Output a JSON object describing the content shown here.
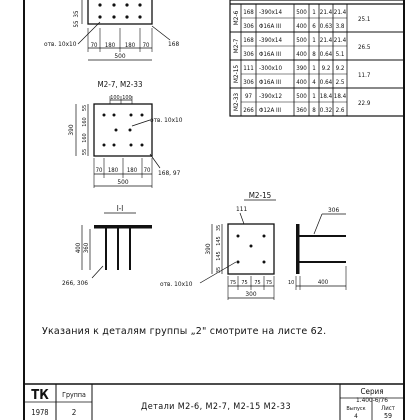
{
  "spec_table": {
    "rows": [
      {
        "group": "M2-6",
        "pos": "168",
        "profile": "-390x14",
        "len": "500",
        "qty": "1",
        "w1": "21.4",
        "w2": "21.4",
        "total": "25.1"
      },
      {
        "group": "",
        "pos": "306",
        "profile": "Φ16A III",
        "len": "400",
        "qty": "6",
        "w1": "0.63",
        "w2": "3.8",
        "total": ""
      },
      {
        "group": "M2-7",
        "pos": "168",
        "profile": "-390x14",
        "len": "500",
        "qty": "1",
        "w1": "21.4",
        "w2": "21.4",
        "total": "26.5"
      },
      {
        "group": "",
        "pos": "306",
        "profile": "Φ16A III",
        "len": "400",
        "qty": "8",
        "w1": "0.64",
        "w2": "5.1",
        "total": ""
      },
      {
        "group": "M2-15",
        "pos": "111",
        "profile": "-300x10",
        "len": "390",
        "qty": "1",
        "w1": "9.2",
        "w2": "9.2",
        "total": "11.7"
      },
      {
        "group": "",
        "pos": "306",
        "profile": "Φ16A III",
        "len": "400",
        "qty": "4",
        "w1": "0.64",
        "w2": "2.5",
        "total": ""
      },
      {
        "group": "M2-33",
        "pos": "97",
        "profile": "-390x12",
        "len": "500",
        "qty": "1",
        "w1": "18.4",
        "w2": "18.4",
        "total": "22.9"
      },
      {
        "group": "",
        "pos": "266",
        "profile": "Φ12A III",
        "len": "360",
        "qty": "8",
        "w1": "0.32",
        "w2": "2.6",
        "total": ""
      }
    ]
  },
  "drawing1": {
    "dims_top": [
      "35",
      "55"
    ],
    "dims_bottom": [
      "70",
      "180",
      "180",
      "70"
    ],
    "width": "500",
    "hole_label": "отв. 10x10",
    "leader": "168"
  },
  "drawing2": {
    "title": "M2-7,  M2-33",
    "dims_top": [
      "100",
      "100"
    ],
    "dims_left": [
      "55",
      "160",
      "160",
      "55"
    ],
    "height": "390",
    "dims_bottom": [
      "70",
      "180",
      "180",
      "70"
    ],
    "width": "500",
    "hole_label": "отв. 10x10",
    "leader": "168, 97"
  },
  "section1": {
    "title": "I-I",
    "dims_left": [
      "400",
      "360"
    ],
    "leader": "266, 306"
  },
  "drawing3": {
    "title": "M2-15",
    "top_leader": "111",
    "right_leader": "306",
    "dims_left": [
      "35",
      "145",
      "145",
      "35"
    ],
    "height": "390",
    "dims_bottom": [
      "75",
      "75",
      "75",
      "75"
    ],
    "width": "300",
    "hole_label": "отв. 10x10",
    "side_dims": [
      "10",
      "400"
    ]
  },
  "note": "Указания  к деталям  группы  „2\"  смотрите  на  листе  62.",
  "title_block": {
    "org": "ТК",
    "year": "1978",
    "group_label": "Группа",
    "group_value": "2",
    "title": "Детали   М2-6,  М2-7,  М2-15  М2-33",
    "series_label": "Серия",
    "series_value": "1.400-6/76",
    "issue_label": "Выпуск",
    "issue_value": "4",
    "sheet_label": "Лист",
    "sheet_value": "59"
  }
}
